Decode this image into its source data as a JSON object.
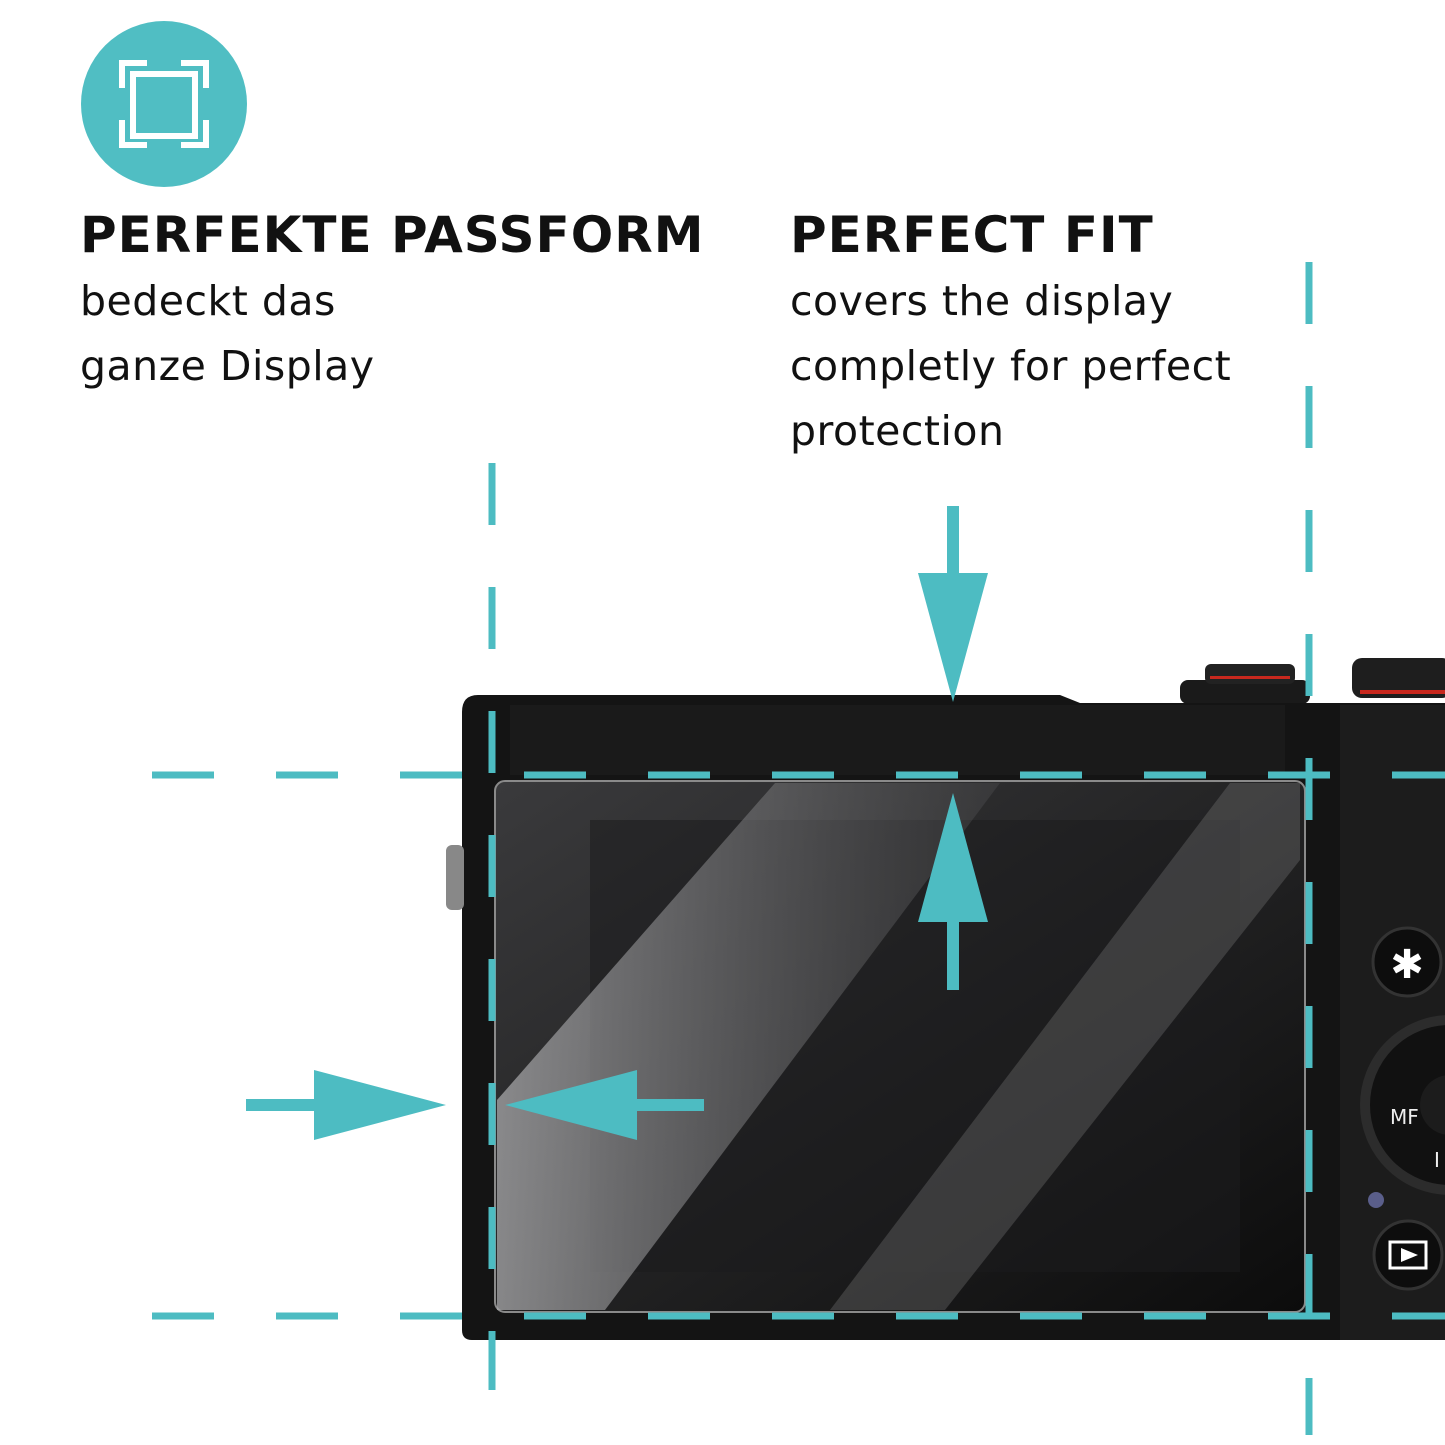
{
  "icon": {
    "name": "fit-frame-icon",
    "color": "#50bec3"
  },
  "left_block": {
    "heading": "PERFEKTE PASSFORM",
    "lines": [
      "bedeckt das",
      "ganze Display"
    ]
  },
  "right_block": {
    "heading": "PERFECT FIT",
    "lines": [
      "covers the display",
      "completly for perfect",
      "protection"
    ]
  },
  "camera": {
    "dial_label": "MF",
    "dial_label_bottom": "I"
  },
  "colors": {
    "accent": "#4dbcc2",
    "camera_body": "#141414",
    "dial_red": "#c8281e"
  }
}
